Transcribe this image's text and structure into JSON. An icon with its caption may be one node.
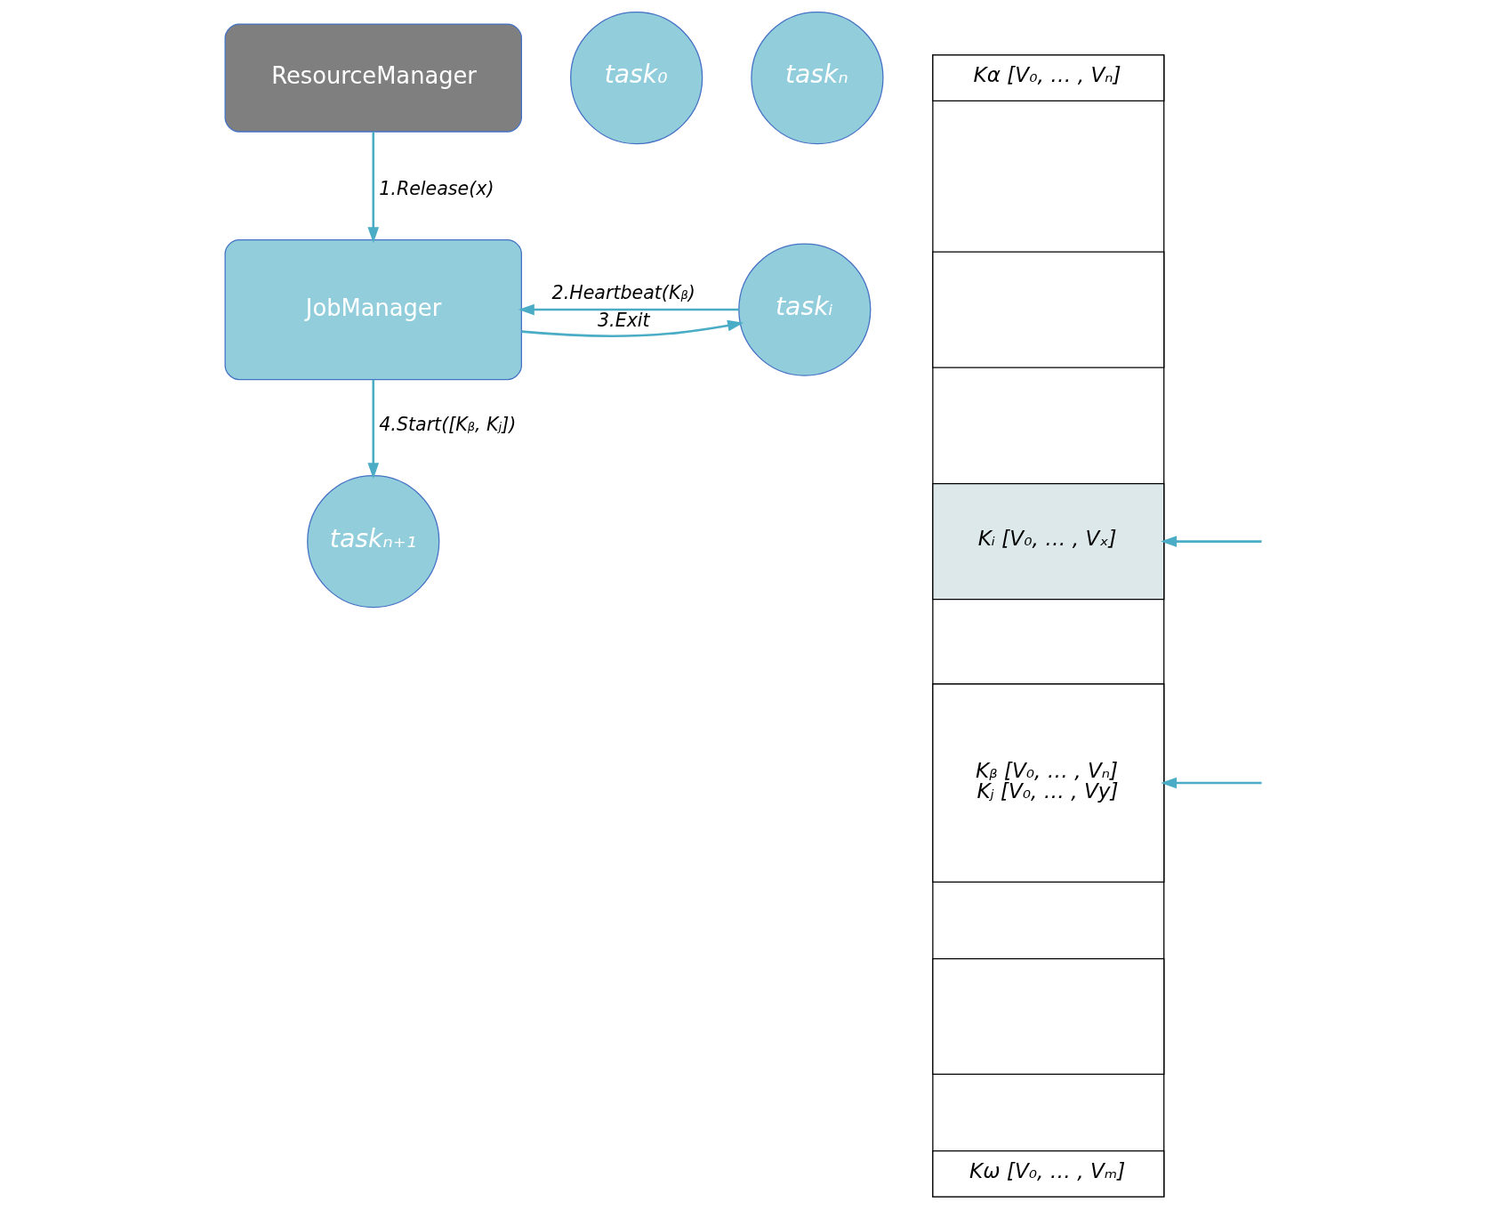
{
  "diagram": {
    "nodes": [
      {
        "text": [
          "ResourceManager"
        ]
      },
      {
        "text": [
          "JobManager"
        ]
      },
      {
        "text": [
          "task₀"
        ]
      },
      {
        "text": [
          "taskᵢ"
        ]
      },
      {
        "text": [
          "taskₙ"
        ]
      },
      {
        "text": [
          "taskₙ₊₁"
        ]
      },
      {
        "text": [],
        "shape": "box"
      },
      {
        "text": [
          "Kα [V₀, … , Vₙ]"
        ],
        "in": 6
      },
      {
        "text": [],
        "shape": "box",
        "in": 6
      },
      {
        "text": [
          "Kᵢ [V₀, … , Vₓ]"
        ],
        "in": 6
      },
      {
        "text": [
          "Kᵦ [V₀, … , Vₙ]",
          "Kⱼ [V₀, … , Vy]"
        ],
        "in": 6
      },
      {
        "text": [],
        "shape": "box",
        "in": 6
      },
      {
        "text": [
          "Kω [V₀, … , Vₘ]"
        ],
        "in": 6
      }
    ],
    "edges": [
      {
        "from": 0,
        "to": 1,
        "arrow": "to",
        "label": "1.Release(x)"
      },
      {
        "from": 3,
        "to": 1,
        "arrow": "to",
        "label": "2.Heartbeat(Kᵦ)"
      },
      {
        "from": 1,
        "to": 3,
        "arrow": "to",
        "label": "3.Exit"
      },
      {
        "from": 1,
        "to": 5,
        "arrow": "to",
        "label": "4.Start([Kᵦ, Kⱼ])"
      },
      {
        "from": null,
        "to": 9,
        "arrow": "to"
      },
      {
        "from": null,
        "to": 10,
        "arrow": "to"
      }
    ]
  }
}
